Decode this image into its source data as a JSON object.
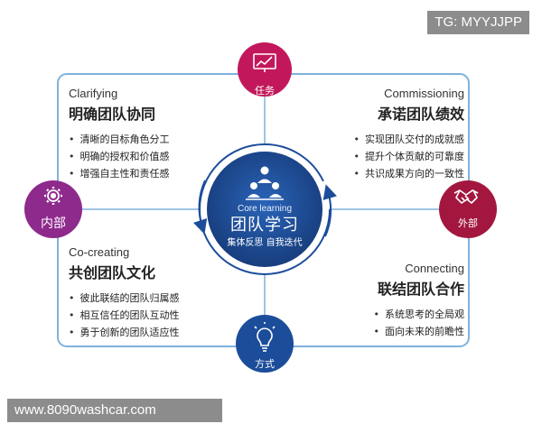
{
  "watermark": {
    "tg": "TG: MYYJJPP",
    "site": "www.8090washcar.com"
  },
  "colors": {
    "magenta": "#c2185b",
    "purple": "#8e2a8c",
    "crimson": "#a3173f",
    "blue": "#1c4d9a",
    "navy": "#1a3d7c",
    "frame": "#7fb2dc"
  },
  "center": {
    "icon": "team-people-icon",
    "en": "Core learning",
    "zh": "团队学习",
    "sub": "集体反思 自我迭代"
  },
  "nodes": {
    "top": {
      "icon": "presentation-board-icon",
      "label": "任务"
    },
    "left": {
      "icon": "gear-icon",
      "label": "内部"
    },
    "right": {
      "icon": "handshake-icon",
      "label": "外部"
    },
    "bottom": {
      "icon": "lightbulb-icon",
      "label": "方式"
    }
  },
  "quadrants": {
    "top_left": {
      "en": "Clarifying",
      "zh": "明确团队协同",
      "items": [
        "清晰的目标角色分工",
        "明确的授权和价值感",
        "增强自主性和责任感"
      ]
    },
    "top_right": {
      "en": "Commissioning",
      "zh": "承诺团队绩效",
      "items": [
        "实现团队交付的成就感",
        "提升个体贡献的可靠度",
        "共识成果方向的一致性"
      ]
    },
    "bottom_left": {
      "en": "Co-creating",
      "zh": "共创团队文化",
      "items": [
        "彼此联结的团队归属感",
        "相互信任的团队互动性",
        "勇于创新的团队适应性"
      ]
    },
    "bottom_right": {
      "en": "Connecting",
      "zh": "联结团队合作",
      "items": [
        "系统思考的全局观",
        "面向未来的前瞻性"
      ]
    }
  }
}
